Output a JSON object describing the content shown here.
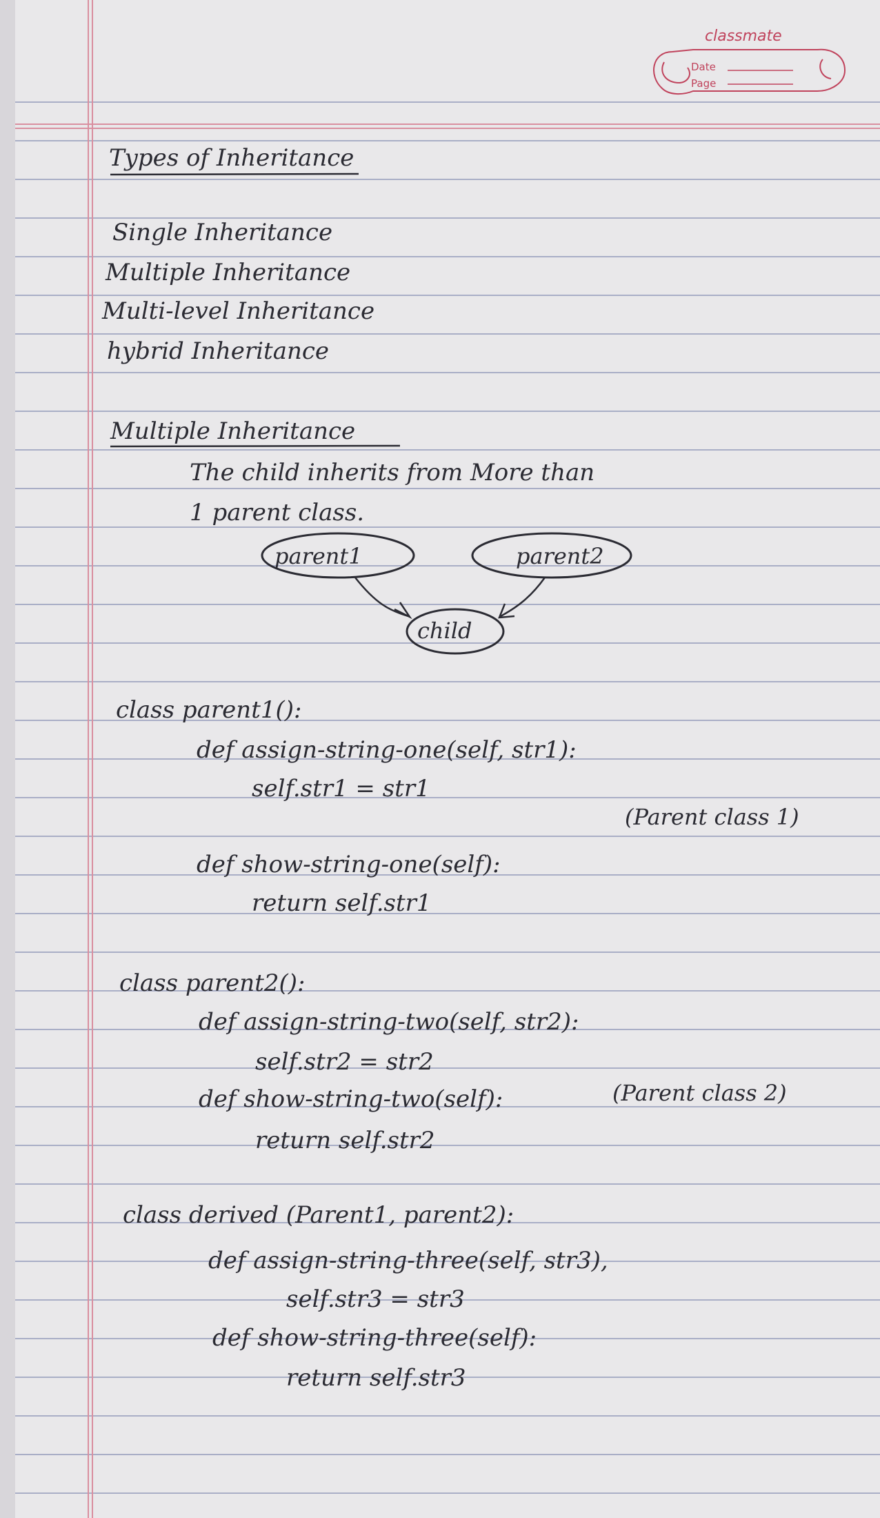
{
  "header": {
    "brand": "classmate",
    "date_label": "Date",
    "page_label": "Page"
  },
  "heading": "Types of Inheritance",
  "types": [
    "Single Inheritance",
    "Multiple Inheritance",
    "Multi-level Inheritance",
    "hybrid Inheritance"
  ],
  "section_heading": "Multiple Inheritance",
  "definition": {
    "line1": "The child inherits from More than",
    "line2": "1 parent class."
  },
  "diagram": {
    "parent1": "parent1",
    "parent2": "parent2",
    "child": "child"
  },
  "code": {
    "class1": {
      "header": "class parent1():",
      "line1": "def assign-string-one(self, str1):",
      "line2": "self.str1 = str1",
      "line3": "def show-string-one(self):",
      "line4": "return self.str1",
      "note": "(Parent class 1)"
    },
    "class2": {
      "header": "class parent2():",
      "line1": "def assign-string-two(self, str2):",
      "line2": "self.str2 = str2",
      "line3": "def show-string-two(self):",
      "line4": "return self.str2",
      "note": "(Parent class 2)"
    },
    "class3": {
      "header": "class derived (Parent1, parent2):",
      "line1": "def assign-string-three(self, str3),",
      "line2": "self.str3 = str3",
      "line3": "def show-string-three(self):",
      "line4": "return self.str3"
    }
  },
  "colors": {
    "paper": "#e9e8ea",
    "rule_line": "#a9aec6",
    "margin_line": "#d98f9f",
    "ink": "#2b2b33",
    "brand": "#c0435c"
  }
}
